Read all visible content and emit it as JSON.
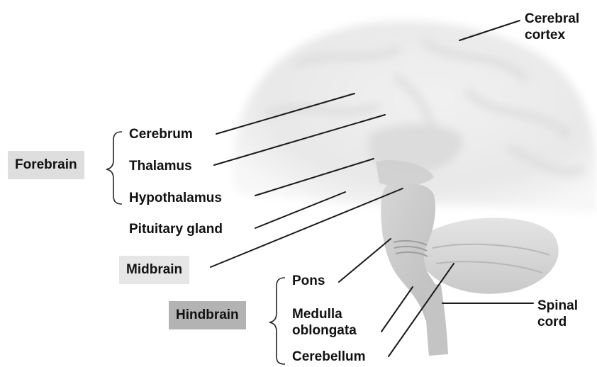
{
  "labels": {
    "cerebral_cortex": [
      "Cerebral",
      "cortex"
    ],
    "cerebrum": "Cerebrum",
    "thalamus": "Thalamus",
    "hypothalamus": "Hypothalamus",
    "pituitary_gland": "Pituitary gland",
    "midbrain": "Midbrain",
    "pons": "Pons",
    "medulla_oblongata": [
      "Medulla",
      "oblongata"
    ],
    "cerebellum": "Cerebellum",
    "spinal_cord": [
      "Spinal",
      "cord"
    ]
  },
  "groups": {
    "forebrain": "Forebrain",
    "hindbrain": "Hindbrain"
  }
}
